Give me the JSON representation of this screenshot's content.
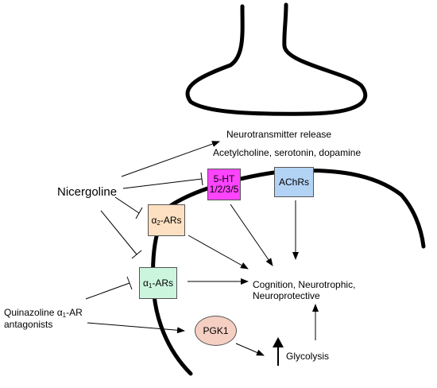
{
  "labels": {
    "neurotransmitter_release": "Neurotransmitter release",
    "transmitters": "Acetylcholine, serotonin, dopamine",
    "nicergoline": "Nicergoline",
    "outcome_line1": "Cognition, Neurotrophic,",
    "outcome_line2": "Neuroprotective",
    "quinazoline_prefix": "Quinazoline ",
    "quinazoline_alpha": "α",
    "quinazoline_sub": "1",
    "quinazoline_suffix": "-AR",
    "antagonists": "antagonists",
    "glycolysis": "Glycolysis"
  },
  "nodes": {
    "ht5_line1": "5-HT",
    "ht5_line2": "1/2/3/5",
    "achrs": "AChRs",
    "a2_alpha": "α",
    "a2_sub": "2",
    "a2_suffix": "-ARs",
    "a1_alpha": "α",
    "a1_sub": "1",
    "a1_suffix": "-ARs",
    "pgk1": "PGK1"
  },
  "colors": {
    "ht5_fill": "#ff44ff",
    "achrs_fill": "#b3d3f5",
    "a2_fill": "#fde0c2",
    "a1_fill": "#ccf5dd",
    "pgk1_fill": "#f6cfc3",
    "membrane": "#000000"
  }
}
